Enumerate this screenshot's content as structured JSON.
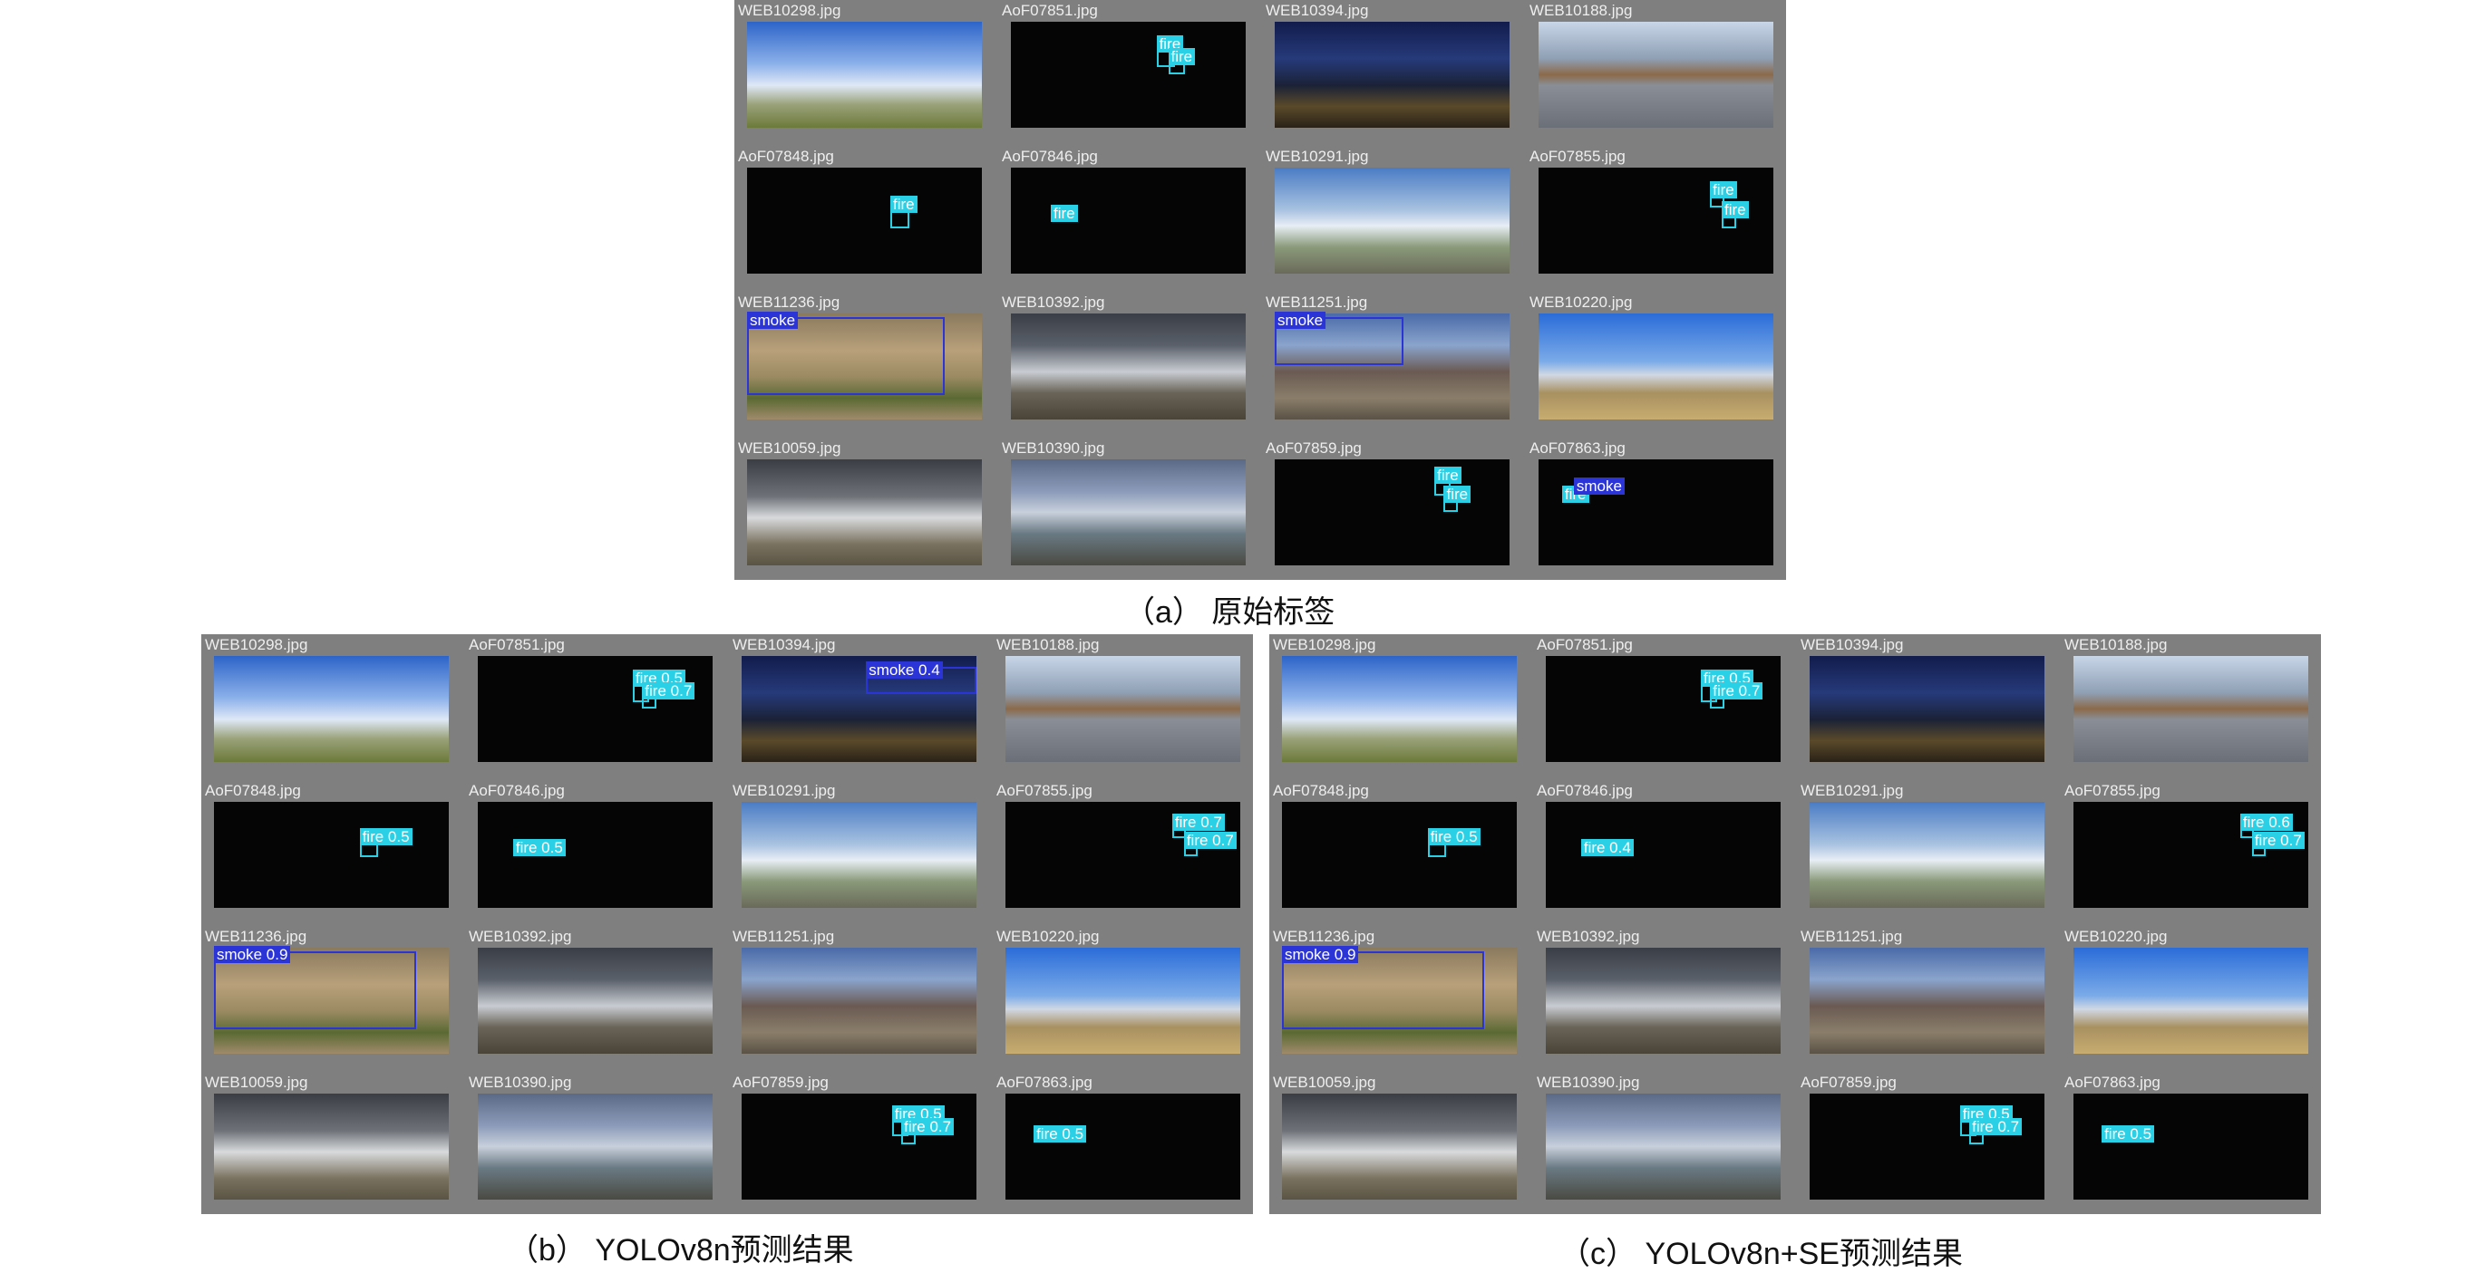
{
  "panels": [
    {
      "id": "a",
      "caption": "（a） 原始标签",
      "tiles": [
        {
          "name": "WEB10298.jpg",
          "scene": "sky",
          "boxes": []
        },
        {
          "name": "AoF07851.jpg",
          "scene": "night",
          "boxes": [
            {
              "label": "fire",
              "cls": "fire",
              "bx": 0.62,
              "by": 0.18,
              "bw": 0.08,
              "bh": 0.25
            },
            {
              "label": "fire",
              "cls": "fire",
              "bx": 0.67,
              "by": 0.3,
              "bw": 0.07,
              "bh": 0.2
            }
          ]
        },
        {
          "name": "WEB10394.jpg",
          "scene": "city-night",
          "boxes": []
        },
        {
          "name": "WEB10188.jpg",
          "scene": "lot",
          "boxes": []
        },
        {
          "name": "AoF07848.jpg",
          "scene": "night",
          "boxes": [
            {
              "label": "fire",
              "cls": "fire",
              "bx": 0.61,
              "by": 0.32,
              "bw": 0.08,
              "bh": 0.25
            }
          ]
        },
        {
          "name": "AoF07846.jpg",
          "scene": "night",
          "boxes": [
            {
              "label": "fire",
              "cls": "fire",
              "bx": 0.17,
              "by": 0.4,
              "bw": 0.06,
              "bh": 0.05
            }
          ]
        },
        {
          "name": "WEB10291.jpg",
          "scene": "building",
          "boxes": []
        },
        {
          "name": "AoF07855.jpg",
          "scene": "night",
          "boxes": [
            {
              "label": "fire",
              "cls": "fire",
              "bx": 0.73,
              "by": 0.18,
              "bw": 0.06,
              "bh": 0.2
            },
            {
              "label": "fire",
              "cls": "fire",
              "bx": 0.78,
              "by": 0.37,
              "bw": 0.06,
              "bh": 0.2
            }
          ]
        },
        {
          "name": "WEB11236.jpg",
          "scene": "smokefire",
          "boxes": [
            {
              "label": "smoke",
              "cls": "smoke",
              "bx": 0.0,
              "by": 0.03,
              "bw": 0.84,
              "bh": 0.74
            }
          ]
        },
        {
          "name": "WEB10392.jpg",
          "scene": "storm",
          "boxes": []
        },
        {
          "name": "WEB11251.jpg",
          "scene": "bridge",
          "boxes": [
            {
              "label": "smoke",
              "cls": "smoke",
              "bx": 0.0,
              "by": 0.03,
              "bw": 0.55,
              "bh": 0.46
            }
          ]
        },
        {
          "name": "WEB10220.jpg",
          "scene": "field",
          "boxes": []
        },
        {
          "name": "WEB10059.jpg",
          "scene": "clouds",
          "boxes": []
        },
        {
          "name": "WEB10390.jpg",
          "scene": "rainbow",
          "boxes": []
        },
        {
          "name": "AoF07859.jpg",
          "scene": "night",
          "boxes": [
            {
              "label": "fire",
              "cls": "fire",
              "bx": 0.68,
              "by": 0.12,
              "bw": 0.07,
              "bh": 0.22
            },
            {
              "label": "fire",
              "cls": "fire",
              "bx": 0.72,
              "by": 0.3,
              "bw": 0.06,
              "bh": 0.2
            }
          ]
        },
        {
          "name": "AoF07863.jpg",
          "scene": "night",
          "boxes": [
            {
              "label": "fire",
              "cls": "fire",
              "bx": 0.1,
              "by": 0.3,
              "bw": 0.05,
              "bh": 0.1
            },
            {
              "label": "smoke",
              "cls": "smoke",
              "bx": 0.15,
              "by": 0.22,
              "bw": 0.07,
              "bh": 0.1
            }
          ]
        }
      ]
    },
    {
      "id": "b",
      "caption": "（b） YOLOv8n预测结果",
      "tiles": [
        {
          "name": "WEB10298.jpg",
          "scene": "sky",
          "boxes": []
        },
        {
          "name": "AoF07851.jpg",
          "scene": "night",
          "boxes": [
            {
              "label": "fire 0.5",
              "cls": "fire",
              "bx": 0.66,
              "by": 0.18,
              "bw": 0.07,
              "bh": 0.26
            },
            {
              "label": "fire 0.7",
              "cls": "fire",
              "bx": 0.7,
              "by": 0.3,
              "bw": 0.06,
              "bh": 0.2
            }
          ]
        },
        {
          "name": "WEB10394.jpg",
          "scene": "city-night",
          "boxes": [
            {
              "label": "smoke 0.4",
              "cls": "smoke",
              "bx": 0.53,
              "by": 0.1,
              "bw": 0.47,
              "bh": 0.26
            }
          ]
        },
        {
          "name": "WEB10188.jpg",
          "scene": "lot",
          "boxes": []
        },
        {
          "name": "AoF07848.jpg",
          "scene": "night",
          "boxes": [
            {
              "label": "fire 0.5",
              "cls": "fire",
              "bx": 0.62,
              "by": 0.3,
              "bw": 0.08,
              "bh": 0.22
            }
          ]
        },
        {
          "name": "AoF07846.jpg",
          "scene": "night",
          "boxes": [
            {
              "label": "fire 0.5",
              "cls": "fire",
              "bx": 0.15,
              "by": 0.4,
              "bw": 0.06,
              "bh": 0.06
            }
          ]
        },
        {
          "name": "WEB10291.jpg",
          "scene": "building",
          "boxes": []
        },
        {
          "name": "AoF07855.jpg",
          "scene": "night",
          "boxes": [
            {
              "label": "fire 0.7",
              "cls": "fire",
              "bx": 0.71,
              "by": 0.16,
              "bw": 0.06,
              "bh": 0.18
            },
            {
              "label": "fire 0.7",
              "cls": "fire",
              "bx": 0.76,
              "by": 0.33,
              "bw": 0.06,
              "bh": 0.18
            }
          ]
        },
        {
          "name": "WEB11236.jpg",
          "scene": "smokefire",
          "boxes": [
            {
              "label": "smoke 0.9",
              "cls": "smoke",
              "bx": 0.0,
              "by": 0.03,
              "bw": 0.86,
              "bh": 0.74
            }
          ]
        },
        {
          "name": "WEB10392.jpg",
          "scene": "storm",
          "boxes": []
        },
        {
          "name": "WEB11251.jpg",
          "scene": "bridge",
          "boxes": []
        },
        {
          "name": "WEB10220.jpg",
          "scene": "field",
          "boxes": []
        },
        {
          "name": "WEB10059.jpg",
          "scene": "clouds",
          "boxes": []
        },
        {
          "name": "WEB10390.jpg",
          "scene": "rainbow",
          "boxes": []
        },
        {
          "name": "AoF07859.jpg",
          "scene": "night",
          "boxes": [
            {
              "label": "fire 0.5",
              "cls": "fire",
              "bx": 0.64,
              "by": 0.16,
              "bw": 0.07,
              "bh": 0.24
            },
            {
              "label": "fire 0.7",
              "cls": "fire",
              "bx": 0.68,
              "by": 0.28,
              "bw": 0.06,
              "bh": 0.2
            }
          ]
        },
        {
          "name": "AoF07863.jpg",
          "scene": "night",
          "boxes": [
            {
              "label": "fire 0.5",
              "cls": "fire",
              "bx": 0.12,
              "by": 0.35,
              "bw": 0.05,
              "bh": 0.1
            }
          ]
        }
      ]
    },
    {
      "id": "c",
      "caption": "（c） YOLOv8n+SE预测结果",
      "tiles": [
        {
          "name": "WEB10298.jpg",
          "scene": "sky",
          "boxes": []
        },
        {
          "name": "AoF07851.jpg",
          "scene": "night",
          "boxes": [
            {
              "label": "fire 0.5",
              "cls": "fire",
              "bx": 0.66,
              "by": 0.18,
              "bw": 0.07,
              "bh": 0.26
            },
            {
              "label": "fire 0.7",
              "cls": "fire",
              "bx": 0.7,
              "by": 0.3,
              "bw": 0.06,
              "bh": 0.2
            }
          ]
        },
        {
          "name": "WEB10394.jpg",
          "scene": "city-night",
          "boxes": []
        },
        {
          "name": "WEB10188.jpg",
          "scene": "lot",
          "boxes": []
        },
        {
          "name": "AoF07848.jpg",
          "scene": "night",
          "boxes": [
            {
              "label": "fire 0.5",
              "cls": "fire",
              "bx": 0.62,
              "by": 0.3,
              "bw": 0.08,
              "bh": 0.22
            }
          ]
        },
        {
          "name": "AoF07846.jpg",
          "scene": "night",
          "boxes": [
            {
              "label": "fire 0.4",
              "cls": "fire",
              "bx": 0.15,
              "by": 0.4,
              "bw": 0.06,
              "bh": 0.06
            }
          ]
        },
        {
          "name": "WEB10291.jpg",
          "scene": "building",
          "boxes": []
        },
        {
          "name": "AoF07855.jpg",
          "scene": "night",
          "boxes": [
            {
              "label": "fire 0.6",
              "cls": "fire",
              "bx": 0.71,
              "by": 0.16,
              "bw": 0.06,
              "bh": 0.18
            },
            {
              "label": "fire 0.7",
              "cls": "fire",
              "bx": 0.76,
              "by": 0.33,
              "bw": 0.06,
              "bh": 0.18
            }
          ]
        },
        {
          "name": "WEB11236.jpg",
          "scene": "smokefire",
          "boxes": [
            {
              "label": "smoke 0.9",
              "cls": "smoke",
              "bx": 0.0,
              "by": 0.03,
              "bw": 0.86,
              "bh": 0.74
            }
          ]
        },
        {
          "name": "WEB10392.jpg",
          "scene": "storm",
          "boxes": []
        },
        {
          "name": "WEB11251.jpg",
          "scene": "bridge",
          "boxes": []
        },
        {
          "name": "WEB10220.jpg",
          "scene": "field",
          "boxes": []
        },
        {
          "name": "WEB10059.jpg",
          "scene": "clouds",
          "boxes": []
        },
        {
          "name": "WEB10390.jpg",
          "scene": "rainbow",
          "boxes": []
        },
        {
          "name": "AoF07859.jpg",
          "scene": "night",
          "boxes": [
            {
              "label": "fire 0.5",
              "cls": "fire",
              "bx": 0.64,
              "by": 0.16,
              "bw": 0.07,
              "bh": 0.24
            },
            {
              "label": "fire 0.7",
              "cls": "fire",
              "bx": 0.68,
              "by": 0.28,
              "bw": 0.06,
              "bh": 0.2
            }
          ]
        },
        {
          "name": "AoF07863.jpg",
          "scene": "night",
          "boxes": [
            {
              "label": "fire 0.5",
              "cls": "fire",
              "bx": 0.12,
              "by": 0.35,
              "bw": 0.05,
              "bh": 0.1
            }
          ]
        }
      ]
    }
  ],
  "colors": {
    "fire": "#2ad1e6",
    "smoke": "#2b34d6",
    "tile_bg": "#7f7f7f"
  }
}
